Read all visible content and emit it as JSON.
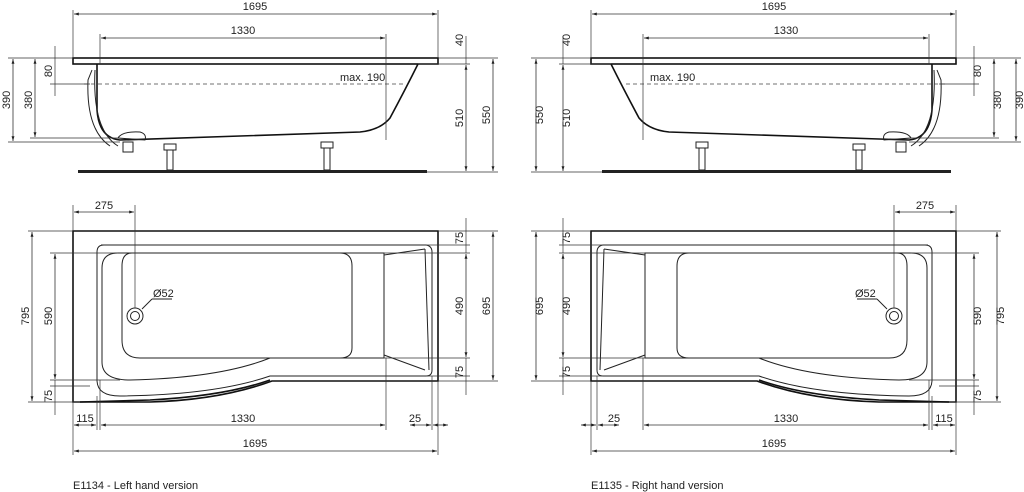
{
  "left": {
    "caption": "E1134 - Left hand version",
    "side": {
      "length_total": "1695",
      "length_inner": "1330",
      "rim": "40",
      "depth_80": "80",
      "h390": "390",
      "h380": "380",
      "h510": "510",
      "h550": "550",
      "water": "max. 190"
    },
    "top": {
      "drain_offset": "275",
      "drain": "Ø52",
      "w795": "795",
      "w590": "590",
      "w75_bottom": "75",
      "w75_top_r": "75",
      "w490": "490",
      "w75_bot_r": "75",
      "w695": "695",
      "l115": "115",
      "l1330": "1330",
      "l25": "25",
      "l1695": "1695"
    }
  },
  "right": {
    "caption": "E1135 - Right hand version",
    "side": {
      "length_total": "1695",
      "length_inner": "1330",
      "rim": "40",
      "depth_80": "80",
      "h390": "390",
      "h380": "380",
      "h510": "510",
      "h550": "550",
      "water": "max. 190"
    },
    "top": {
      "drain_offset": "275",
      "drain": "Ø52",
      "w795": "795",
      "w590": "590",
      "w75_bottom": "75",
      "w75_top_r": "75",
      "w490": "490",
      "w75_bot_r": "75",
      "w695": "695",
      "l115": "115",
      "l1330": "1330",
      "l25": "25",
      "l1695": "1695"
    }
  }
}
